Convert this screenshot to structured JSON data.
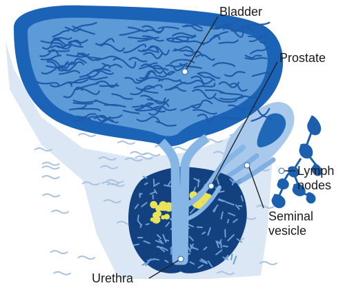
{
  "labels": {
    "bladder": "Bladder",
    "prostate": "Prostate",
    "lymph_nodes": [
      "Lymph",
      "nodes"
    ],
    "seminal_vesicle": [
      "Seminal",
      "vesicle"
    ],
    "urethra": "Urethra"
  },
  "colors": {
    "tissue_light": "#dbe7f5",
    "tissue_line": "#a9c3e2",
    "bladder_wall": "#1b63b6",
    "bladder_inner": "#5d9bd8",
    "bladder_texture": "#1f5aa8",
    "urethra": "#86b6e6",
    "prostate_dark": "#13417f",
    "prostate_texture": "#6d9fd6",
    "cancer": "#e9e35a",
    "vesicle": "#1f68b8",
    "node": "#1c5fae",
    "leader": "#222222"
  }
}
